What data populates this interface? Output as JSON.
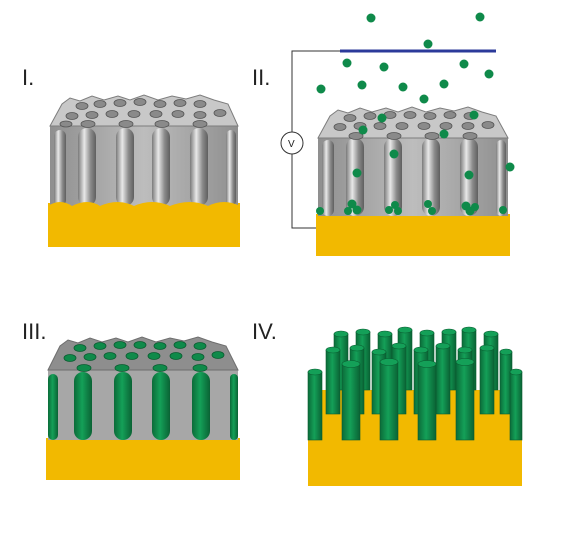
{
  "panels": {
    "p1": {
      "label": "I."
    },
    "p2": {
      "label": "II.",
      "voltmeter": "V"
    },
    "p3": {
      "label": "III."
    },
    "p4": {
      "label": "IV."
    }
  },
  "colors": {
    "substrate": "#f2b900",
    "template": "#9c9c9c",
    "template_light": "#c4c4c4",
    "pore": "#6e6e6e",
    "metal": "#0f8a4a",
    "electrode": "#2b3a9a",
    "wire": "#333333"
  }
}
